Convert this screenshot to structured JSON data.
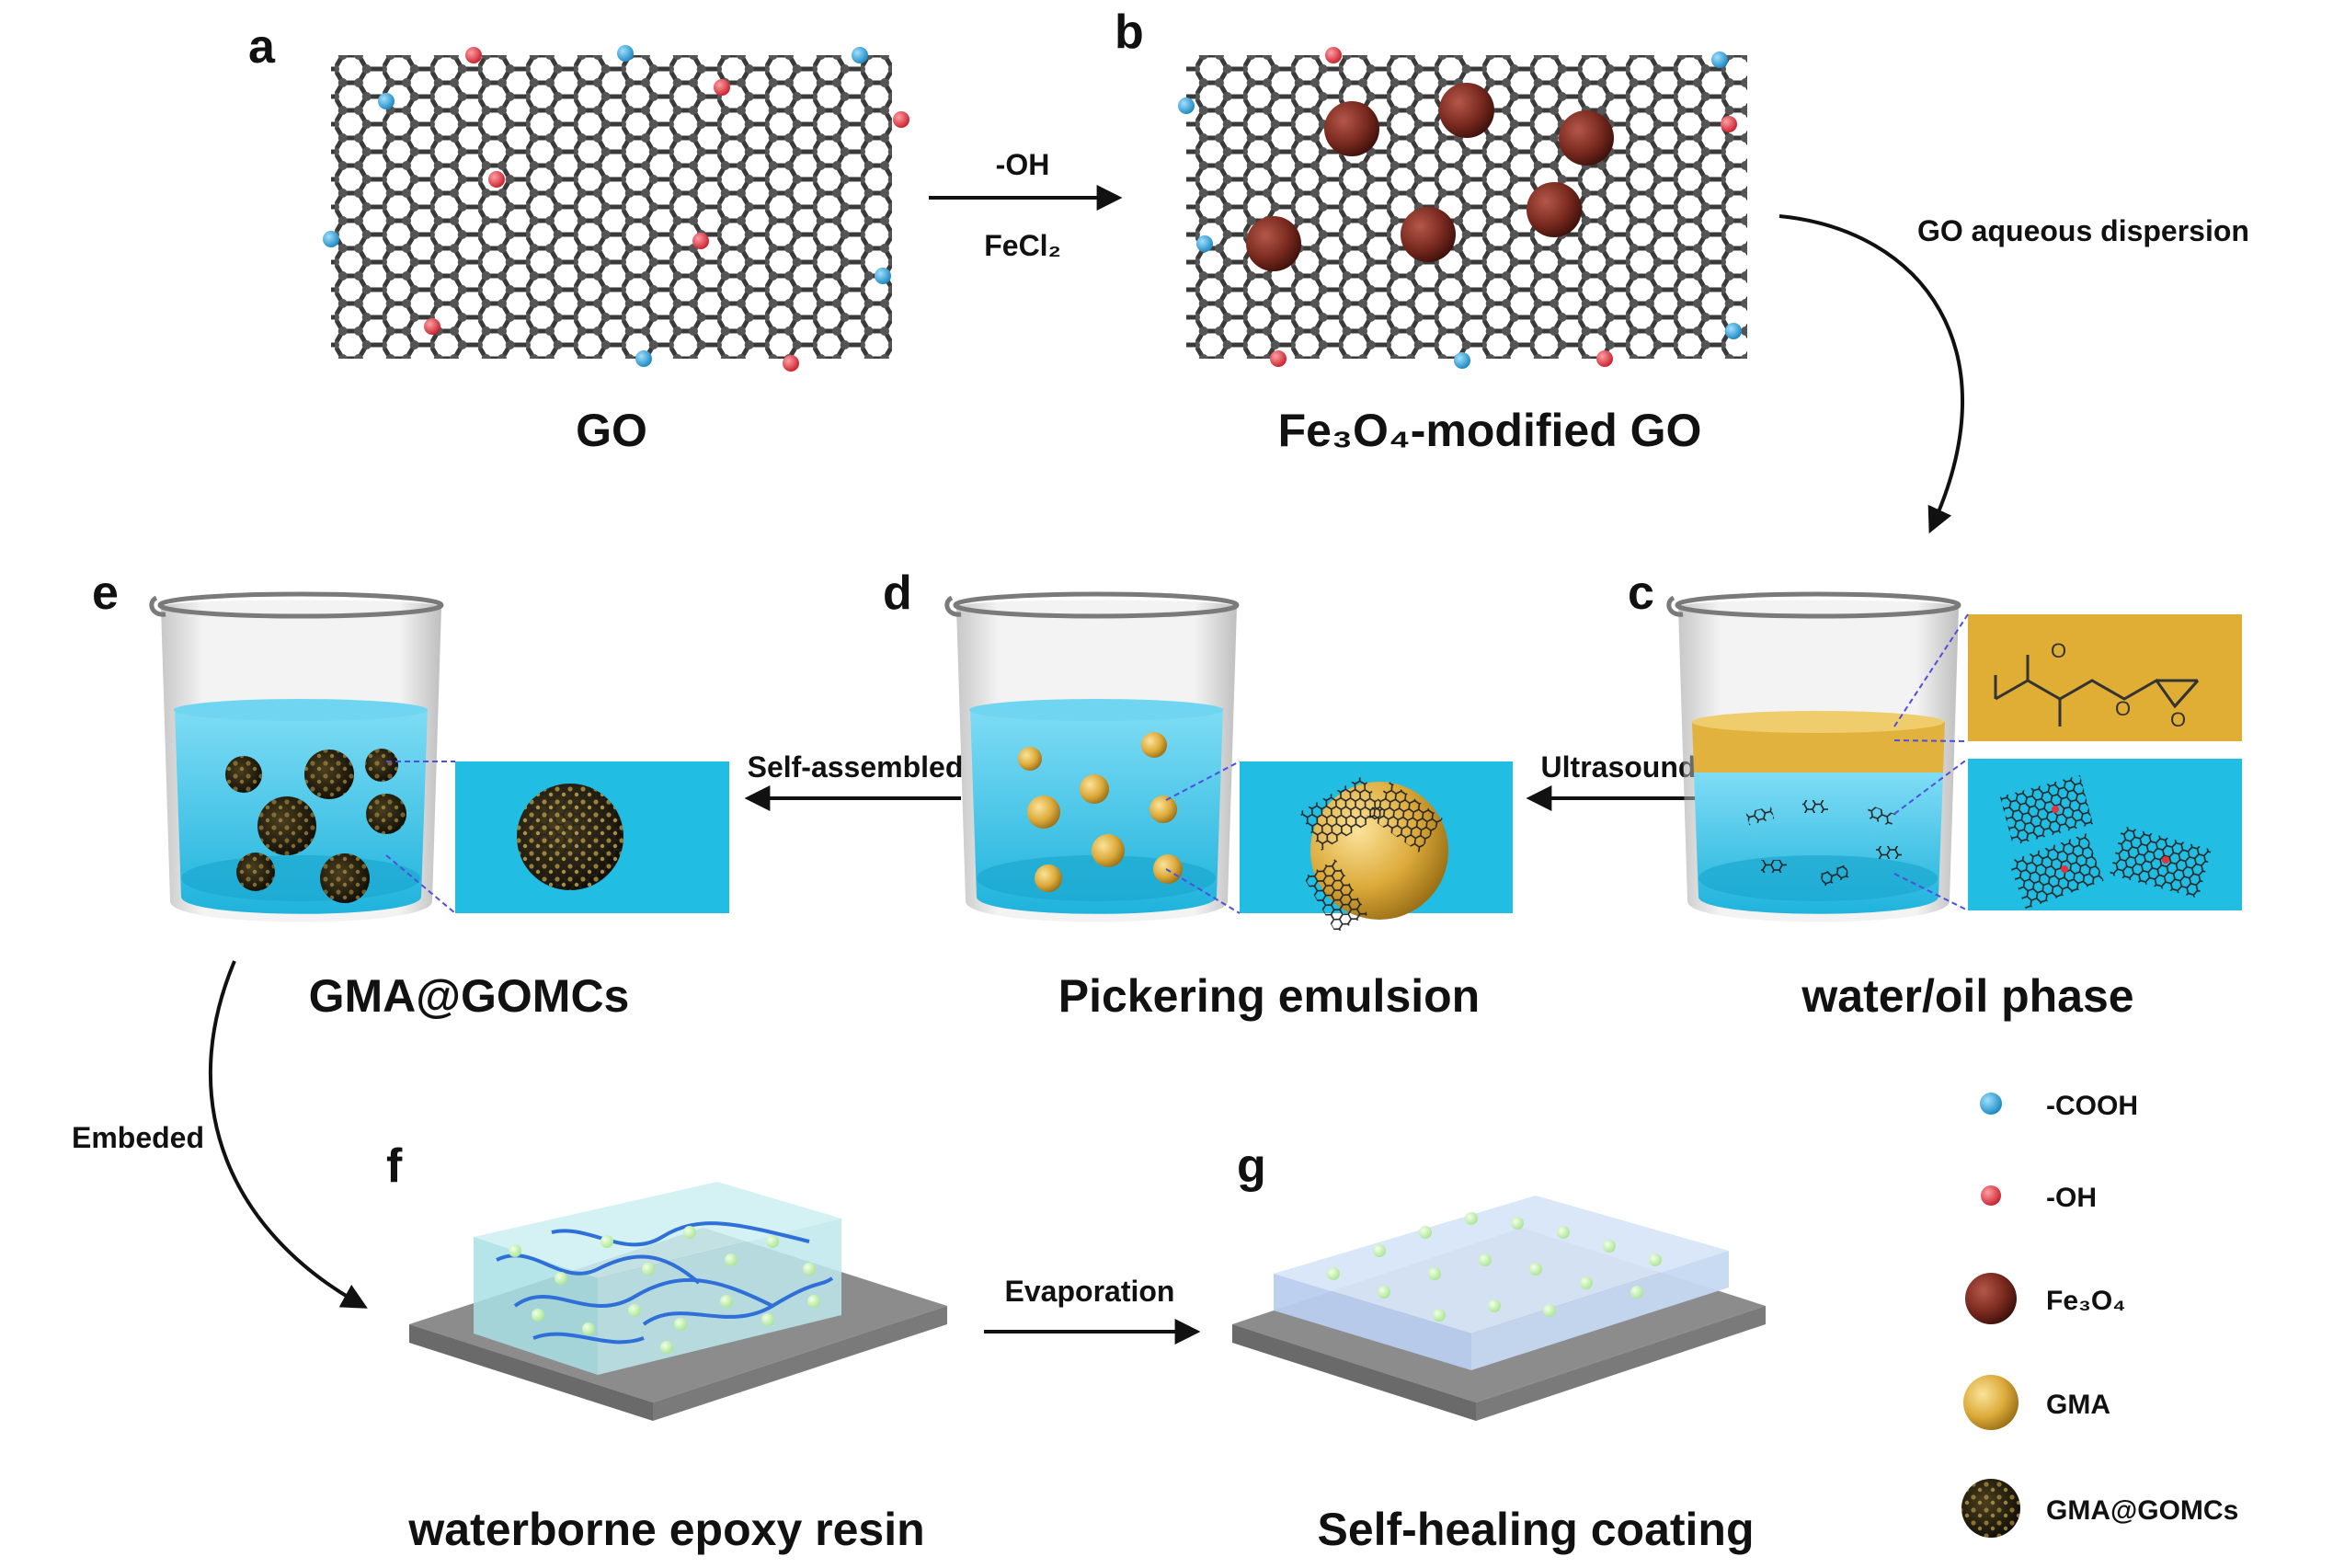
{
  "panels": {
    "a": "a",
    "b": "b",
    "c": "c",
    "d": "d",
    "e": "e",
    "f": "f",
    "g": "g"
  },
  "captions": {
    "go": "GO",
    "fe3o4_go": "Fe₃O₄-modified GO",
    "water_oil": "water/oil phase",
    "pickering": "Pickering emulsion",
    "gma_gomcs": "GMA@GOMCs",
    "epoxy": "waterborne epoxy resin",
    "coating": "Self-healing coating"
  },
  "arrows": {
    "oh": "-OH",
    "fecl2": "FeCl₂",
    "dispersion": "GO aqueous dispersion",
    "ultrasound": "Ultrasound",
    "self_assembled": "Self-assembled",
    "embeded": "Embeded",
    "evaporation": "Evaporation"
  },
  "legend": [
    {
      "label": "-COOH",
      "color": "#2a9fd6",
      "icon": "cooh-dot-icon"
    },
    {
      "label": "-OH",
      "color": "#e8313c",
      "icon": "oh-dot-icon"
    },
    {
      "label": "Fe₃O₄",
      "color": "#7a2a1f",
      "icon": "fe3o4-sphere-icon"
    },
    {
      "label": "GMA",
      "color": "#d9a532",
      "icon": "gma-sphere-icon"
    },
    {
      "label": "GMA@GOMCs",
      "color": "#2b2416",
      "icon": "gma-gomcs-sphere-icon"
    }
  ],
  "colors": {
    "water": "#2bc0e4",
    "oil": "#e2b23f",
    "carbon": "#4a4a4a",
    "cooh": "#2a9fd6",
    "oh": "#e8313c",
    "fe3o4": "#7a2a1f",
    "gma": "#d9a532",
    "substrate": "#8a8a8a",
    "microcapsule": "#c8f0b4"
  }
}
